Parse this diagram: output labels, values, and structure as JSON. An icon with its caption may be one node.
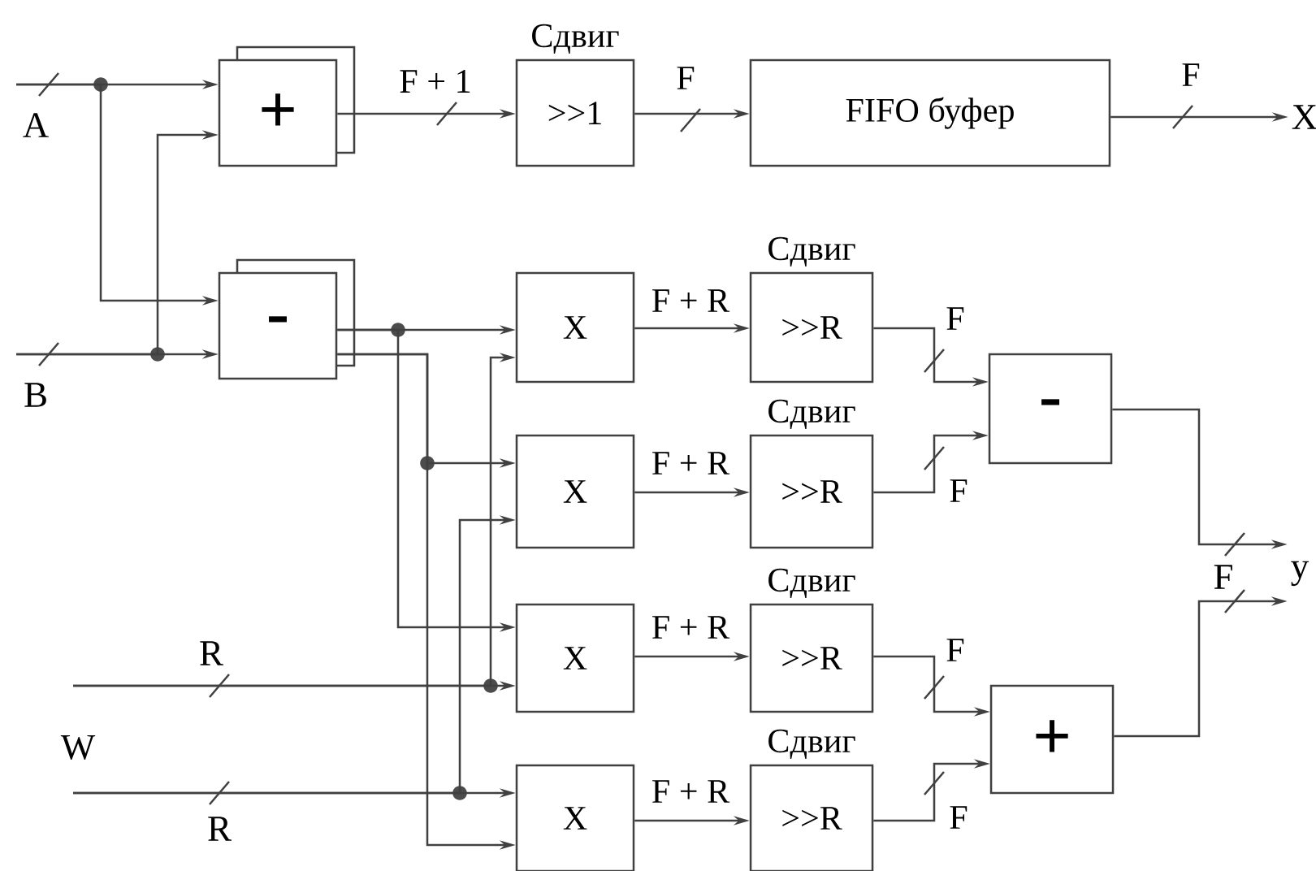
{
  "diagram": {
    "nodes": [
      {
        "text": [
          "+"
        ]
      },
      {
        "text": [
          "-"
        ]
      },
      {
        "text": [
          "Сдвиг",
          ">>1"
        ]
      },
      {
        "text": [
          "FIFO буфер"
        ]
      },
      {
        "text": [
          "X"
        ]
      },
      {
        "text": [
          "X"
        ]
      },
      {
        "text": [
          "X"
        ]
      },
      {
        "text": [
          "X"
        ]
      },
      {
        "text": [
          "Сдвиг",
          ">>R"
        ]
      },
      {
        "text": [
          "Сдвиг",
          ">>R"
        ]
      },
      {
        "text": [
          "Сдвиг",
          ">>R"
        ]
      },
      {
        "text": [
          "Сдвиг",
          ">>R"
        ]
      },
      {
        "text": [
          "-"
        ]
      },
      {
        "text": [
          "+"
        ]
      },
      {
        "text": [
          "X"
        ]
      },
      {
        "text": [
          "y"
        ]
      }
    ],
    "edges": [
      {
        "from": null,
        "to": 0,
        "arrow": "to"
      },
      {
        "from": null,
        "to": 1,
        "arrow": "to"
      },
      {
        "from": null,
        "to": 0,
        "arrow": "to"
      },
      {
        "from": null,
        "to": 1,
        "arrow": "to"
      },
      {
        "from": 0,
        "to": 2,
        "arrow": "to",
        "label": "F + 1"
      },
      {
        "from": 2,
        "to": 3,
        "arrow": "to",
        "label": "F"
      },
      {
        "from": 3,
        "to": 14,
        "arrow": "to",
        "label": "F"
      },
      {
        "from": 1,
        "to": 4,
        "arrow": "to"
      },
      {
        "from": 1,
        "to": 6,
        "arrow": "to"
      },
      {
        "from": 1,
        "to": 5,
        "arrow": "to"
      },
      {
        "from": 1,
        "to": 7,
        "arrow": "to"
      },
      {
        "from": null,
        "to": 4,
        "arrow": "to"
      },
      {
        "from": null,
        "to": 6,
        "arrow": "to"
      },
      {
        "from": null,
        "to": 5,
        "arrow": "to"
      },
      {
        "from": null,
        "to": 7,
        "arrow": "to"
      },
      {
        "from": 4,
        "to": 8,
        "arrow": "to",
        "label": "F + R"
      },
      {
        "from": 5,
        "to": 9,
        "arrow": "to",
        "label": "F + R"
      },
      {
        "from": 6,
        "to": 10,
        "arrow": "to",
        "label": "F + R"
      },
      {
        "from": 7,
        "to": 11,
        "arrow": "to",
        "label": "F + R"
      },
      {
        "from": 8,
        "to": 12,
        "arrow": "to",
        "label": "F"
      },
      {
        "from": 9,
        "to": 12,
        "arrow": "to",
        "label": "F"
      },
      {
        "from": 10,
        "to": 13,
        "arrow": "to",
        "label": "F"
      },
      {
        "from": 11,
        "to": 13,
        "arrow": "to",
        "label": "F"
      },
      {
        "from": 12,
        "to": 15,
        "arrow": "to"
      },
      {
        "from": 13,
        "to": 15,
        "arrow": "to"
      }
    ],
    "labels": [
      "A",
      "B",
      "R",
      "W",
      "R",
      "F"
    ]
  }
}
